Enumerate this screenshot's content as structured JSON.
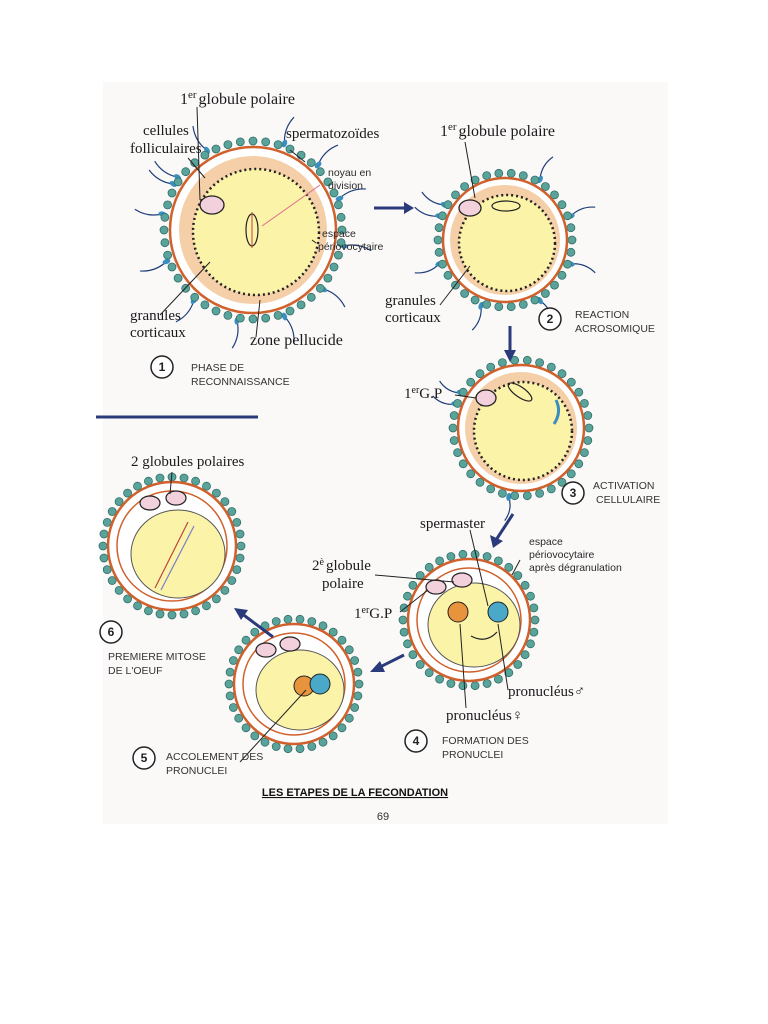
{
  "diagram": {
    "title": "LES ETAPES DE LA FECONDATION",
    "page_number": "69",
    "labels": {
      "first_polar_body_sup": "er",
      "first_polar_body": "globule polaire",
      "first_polar_body_num": "1",
      "follicular_cells_1": "cellules",
      "follicular_cells_2": "folliculaires",
      "spermatozoa": "spermatozoïdes",
      "dividing_nucleus_1": "noyau en",
      "dividing_nucleus_2": "division",
      "perivitelline_space_1": "espace",
      "perivitelline_space_2": "périovocytaire",
      "cortical_granules_1": "granules",
      "cortical_granules_2": "corticaux",
      "zona_pellucida": "zone pellucide",
      "gp_short": "G.P",
      "two_polar_bodies": "2 globules polaires",
      "spermaster": "spermaster",
      "perivitelline_after_1": "espace",
      "perivitelline_after_2": "périovocytaire",
      "perivitelline_after_3": "après dégranulation",
      "second_polar_body_num": "2",
      "second_polar_body_sup": "è",
      "second_polar_body_1": "globule",
      "second_polar_body_2": "polaire",
      "male_pronucleus": "pronucléus♂",
      "female_pronucleus": "pronucléus♀"
    },
    "steps": [
      {
        "number": "1",
        "line1": "PHASE DE",
        "line2": "RECONNAISSANCE"
      },
      {
        "number": "2",
        "line1": "REACTION",
        "line2": "ACROSOMIQUE"
      },
      {
        "number": "3",
        "line1": "ACTIVATION",
        "line2": "CELLULAIRE"
      },
      {
        "number": "4",
        "line1": "FORMATION DES",
        "line2": "PRONUCLEI"
      },
      {
        "number": "5",
        "line1": "ACCOLEMENT DES",
        "line2": "PRONUCLEI"
      },
      {
        "number": "6",
        "line1": "PREMIERE MITOSE",
        "line2": "DE L'OEUF"
      }
    ],
    "colors": {
      "sheet": "#fbf8f8",
      "follicle_cell": "#5aa39a",
      "zona": "#f5cfa8",
      "zona_edge": "#d0612c",
      "cytoplasm": "#fbf3a8",
      "arrow": "#2a3a7a",
      "separator": "#2a3a7a",
      "male_pronucleus": "#4aa8c8",
      "female_pronucleus": "#e8943c"
    }
  }
}
